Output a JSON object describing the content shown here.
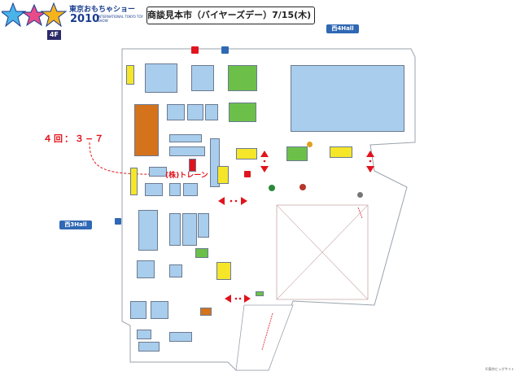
{
  "header": {
    "logo_line": "東京おもちゃショー",
    "logo_year": "2010",
    "logo_sub": "INTERNATIONAL TOKYO TOY SHOW",
    "title": "商談見本市（バイヤーズデー）7/15(木)・16(金)"
  },
  "floor": "4F",
  "halls": {
    "west4": "西4Hall",
    "west3": "西3Hall"
  },
  "callout": "４回：３−７",
  "booth": "(株)トレーン",
  "copyright": "©東京ビッグサイト",
  "colors": {
    "accent_red": "#e0141e",
    "hall_blue": "#2f68b5",
    "booth_blue": "#a9cdec",
    "booth_green": "#6cc04a",
    "booth_yellow": "#f5e62a",
    "booth_orange": "#d5731c"
  },
  "icons": [
    "restroom-icon",
    "information-icon",
    "elevator-icon",
    "stairs-icon",
    "star-logo-icon"
  ]
}
